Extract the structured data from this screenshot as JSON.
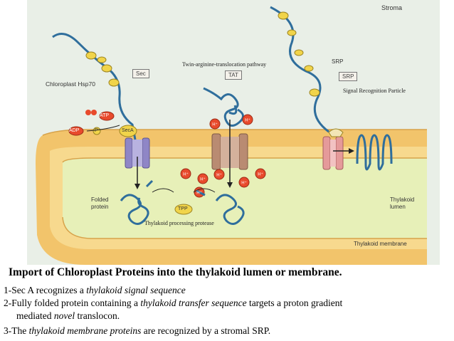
{
  "diagram": {
    "region_labels": {
      "stroma": "Stroma",
      "thylakoid_lumen_line1": "Thylakoid",
      "thylakoid_lumen_line2": "lumen",
      "thylakoid_membrane": "Thylakoid membrane"
    },
    "sec": {
      "chaperone_label": "Chloroplast Hsp70",
      "pathway_tag": "Sec",
      "atp": "ATP",
      "adp": "ADP",
      "pi": "P",
      "seca": "SecA"
    },
    "tat": {
      "pathway_title": "Twin-arginine-translocation pathway",
      "pathway_tag": "TAT",
      "proton": "H⁺"
    },
    "srp": {
      "tag_outer": "SRP",
      "tag_inner": "SRP",
      "full_name": "Signal Recognition Particle"
    },
    "lumen": {
      "folded_protein_line1": "Folded",
      "folded_protein_line2": "protein",
      "tpp": "TPP",
      "tpp_full": "Thylakoid processing protease"
    },
    "colors": {
      "membrane": "#f2c46b",
      "lumen": "#e7f0b8",
      "stroma_bg": "#e8eee6",
      "protein_chain": "#2f6e9c",
      "sec_channel": "#8f86c6",
      "tat_channel": "#b98b72",
      "srp_channel": "#e59a9a"
    }
  },
  "caption": {
    "title": "Import of Chloroplast Proteins into the thylakoid lumen or membrane.",
    "point1_pre": "1-Sec A recognizes a ",
    "point1_italic": "thylakoid signal sequence",
    "point2_num": "2-",
    "point2_pre": "Fully folded protein containing a ",
    "point2_italic": "thylakoid transfer sequence",
    "point2_post": " targets a proton gradient",
    "point2_cont_pre": "mediated ",
    "point2_cont_italic": "novel",
    "point2_cont_post": " translocon.",
    "point3_pre": "3-The ",
    "point3_italic": "thylakoid membrane proteins",
    "point3_post": " are recognized by a stromal SRP."
  }
}
